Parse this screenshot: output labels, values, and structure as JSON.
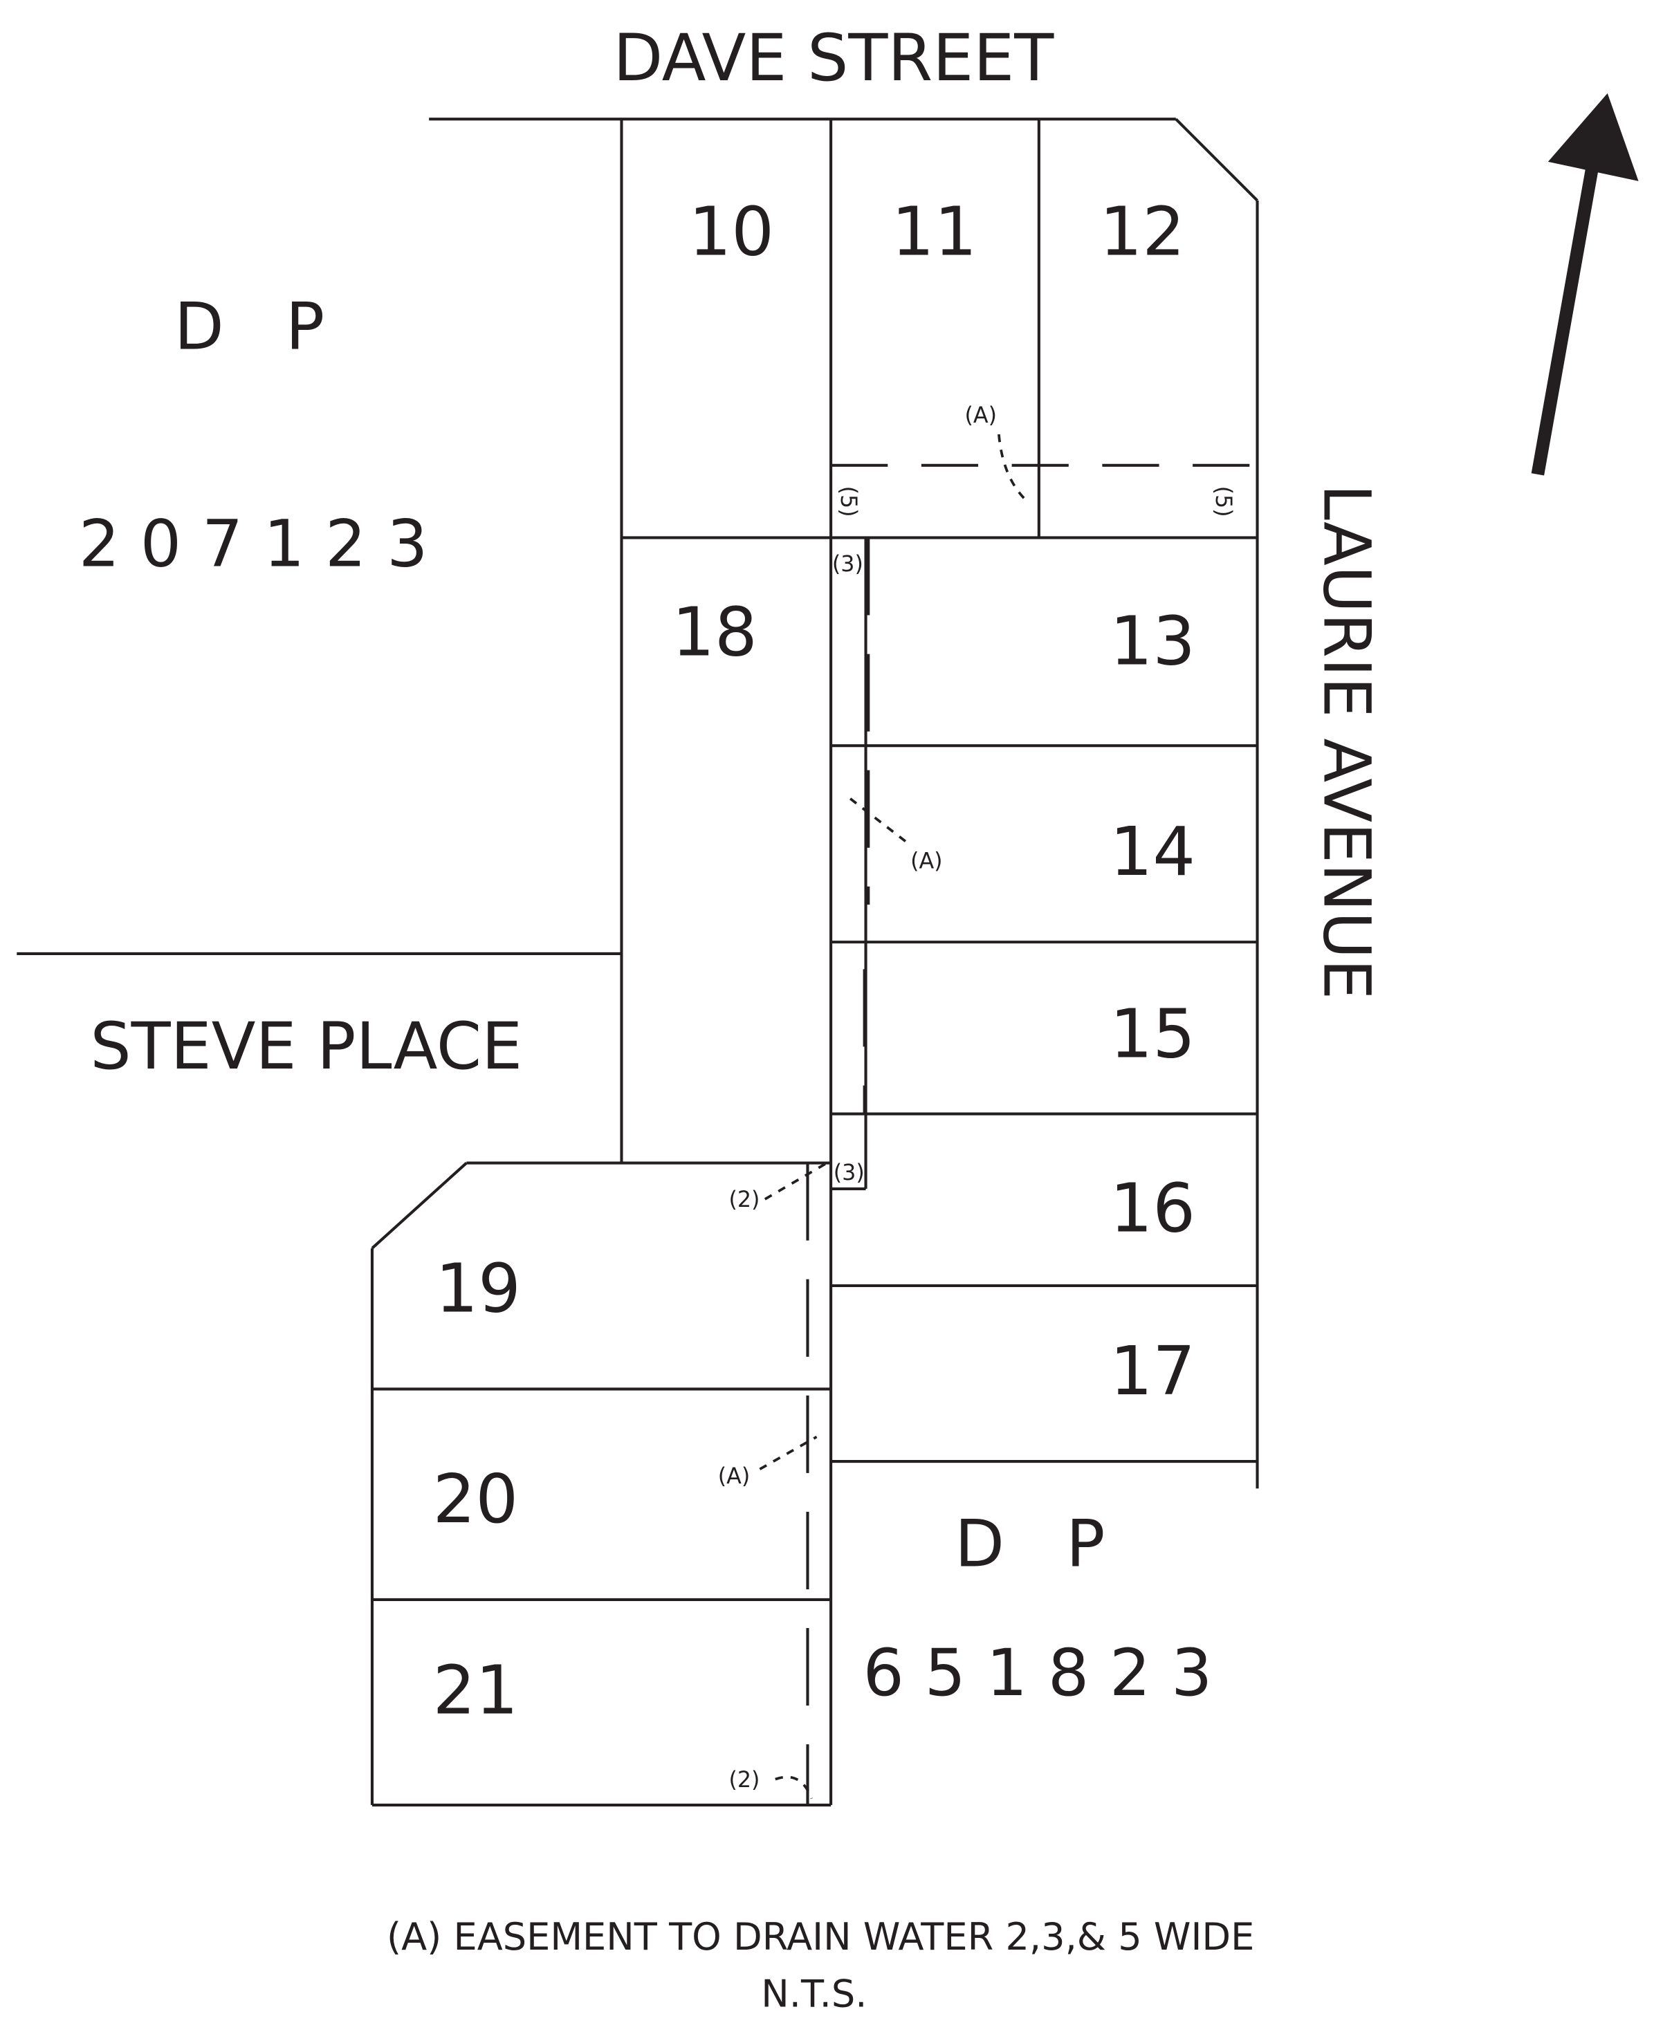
{
  "streets": {
    "top": "DAVE STREET",
    "right": "LAURIE AVENUE",
    "left": "STEVE PLACE"
  },
  "deposited_plans": [
    {
      "prefix": "D   P",
      "number": "2 0 7 1 2 3"
    },
    {
      "prefix": "D   P",
      "number": "6 5 1 8 2 3"
    }
  ],
  "lots": [
    "10",
    "11",
    "12",
    "13",
    "14",
    "15",
    "16",
    "17",
    "18",
    "19",
    "20",
    "21"
  ],
  "easement_labels": {
    "a": "(A)",
    "w5": "(5)",
    "w3": "(3)",
    "w2": "(2)"
  },
  "caption": {
    "legend": "(A) EASEMENT TO DRAIN WATER 2,3,& 5 WIDE",
    "scale": "N.T.S."
  },
  "north_arrow": "north-arrow"
}
